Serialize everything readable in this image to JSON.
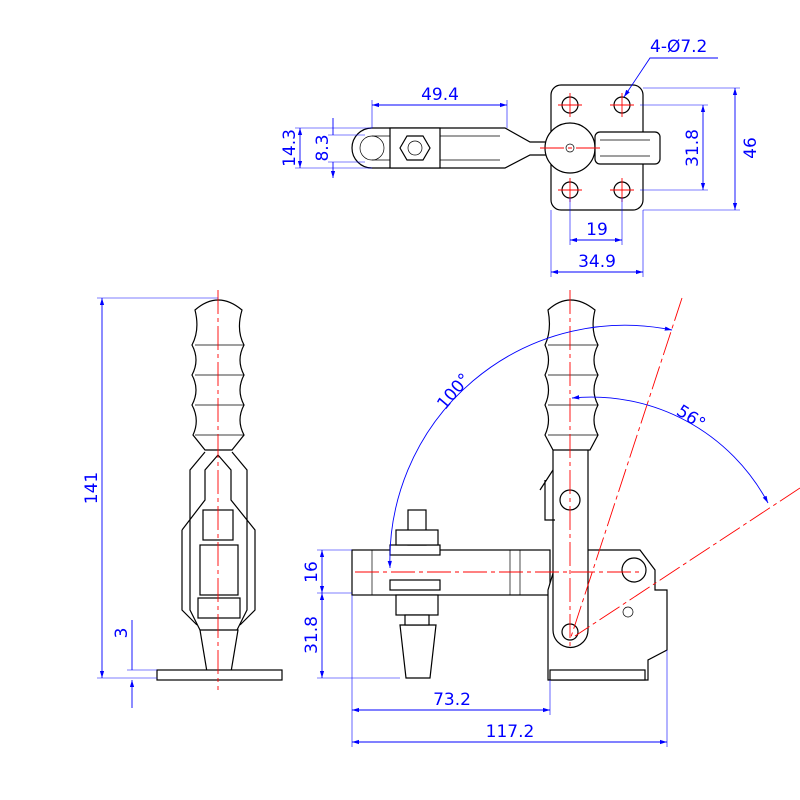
{
  "dimensions": {
    "hole_callout": "4-Ø7.2",
    "top_handle_length": "49.4",
    "top_height_outer": "14.3",
    "top_height_inner": "8.3",
    "hole_spacing_vertical": "31.8",
    "base_height": "46",
    "hole_spacing_horizontal": "19",
    "base_width": "34.9",
    "overall_height": "141",
    "base_thickness": "3",
    "bar_height": "16",
    "spindle_height": "31.8",
    "bar_reach": "73.2",
    "overall_length": "117.2",
    "open_angle": "100°",
    "release_angle": "56°"
  },
  "colors": {
    "dimension": "#0000ff",
    "centerline": "#ff0000",
    "outline": "#000000"
  }
}
